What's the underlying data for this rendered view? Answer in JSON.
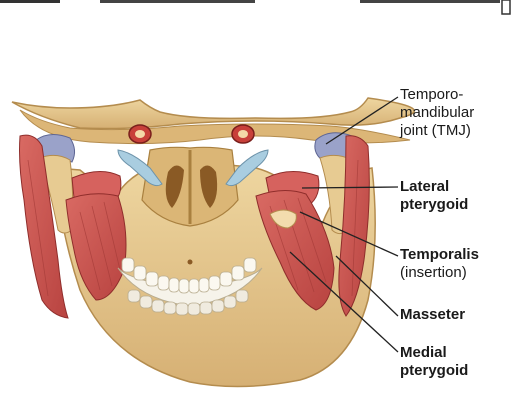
{
  "labels": {
    "tmj": [
      "Temporo-",
      "mandibular",
      "joint (TMJ)"
    ],
    "lateral_pterygoid": [
      "Lateral",
      "pterygoid"
    ],
    "temporalis": [
      "Temporalis",
      "(insertion)"
    ],
    "masseter": [
      "Masseter"
    ],
    "medial_pterygoid": [
      "Medial",
      "pterygoid"
    ]
  },
  "colors": {
    "bone": "#e2c48a",
    "bone_shadow": "#c9a25e",
    "muscle": "#c8514f",
    "muscle_light": "#e08b86",
    "cartilage": "#a9cde0",
    "joint_disc": "#9aa2c9",
    "teeth": "#f6f3ea",
    "leader_line": "#222222"
  }
}
